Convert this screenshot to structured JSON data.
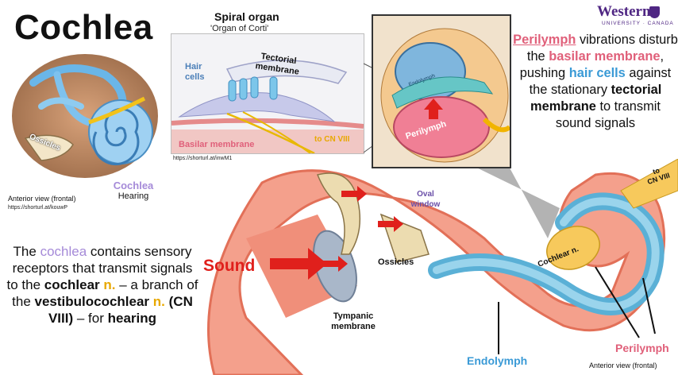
{
  "title": "Cochlea",
  "logo": {
    "name": "Western",
    "sub": "UNIVERSITY · CANADA"
  },
  "spiral_organ": {
    "title": "Spiral organ",
    "subtitle": "'Organ of Corti'",
    "labels": {
      "hair_cells_1": "Hair",
      "hair_cells_2": "cells",
      "tectorial_1": "Tectorial",
      "tectorial_2": "membrane",
      "basilar": "Basilar membrane",
      "cn": "to CN VIII"
    },
    "url": "https://shorturl.at/inwM1"
  },
  "zoom": {
    "endolymph": "Endolymph",
    "perilymph": "Perilymph"
  },
  "description": {
    "p1": "Perilymph",
    "p2": " vibrations disturb the ",
    "p3": "basilar membrane",
    "p4": ", pushing ",
    "p5": "hair cells",
    "p6": " against the stationary ",
    "p7": "tectorial membrane",
    "p8": " to transmit sound signals"
  },
  "ear_small": {
    "ossicles": "Ossicles",
    "cochlea": "Cochlea",
    "hearing": "Hearing",
    "view": "Anterior view (frontal)",
    "url": "https://shorturl.at/kouwP"
  },
  "left_text": {
    "t1": "The ",
    "t2": "cochlea",
    "t3": " contains sensory receptors that transmit signals to the ",
    "t4": "cochlear",
    "t5": " n.",
    "t6": " – a branch of the ",
    "t7": "vestibulocochlear",
    "t8": " n.",
    "t9": " (CN VIII)",
    "t10": " – for ",
    "t11": "hearing"
  },
  "main_diagram": {
    "sound": "Sound",
    "oval_1": "Oval",
    "oval_2": "window",
    "ossicles": "Ossicles",
    "tympanic_1": "Tympanic",
    "tympanic_2": "membrane",
    "cochlear_n": "Cochlear n.",
    "to_cn_1": "to",
    "to_cn_2": "CN VIII",
    "endolymph": "Endolymph",
    "perilymph": "Perilymph",
    "view": "Anterior view (frontal)"
  },
  "colors": {
    "perilymph": "#e0607a",
    "hair_cells": "#3a9ad6",
    "cochlea": "#a58ad8",
    "nerve": "#e8a800",
    "sound": "#e0201c"
  }
}
